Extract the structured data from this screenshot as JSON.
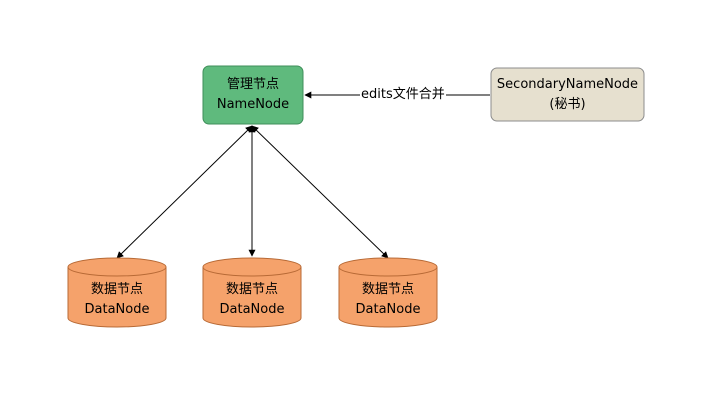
{
  "namenode": {
    "line1": "管理节点",
    "line2": "NameNode",
    "fill": "#5fba7d",
    "stroke": "#3f8f5a"
  },
  "secondary": {
    "line1": "SecondaryNameNode",
    "line2": "(秘书)",
    "fill": "#e6e0cf",
    "stroke": "#8c8c8c"
  },
  "edge_label": "edits文件合并",
  "datanodes": [
    {
      "line1": "数据节点",
      "line2": "DataNode"
    },
    {
      "line1": "数据节点",
      "line2": "DataNode"
    },
    {
      "line1": "数据节点",
      "line2": "DataNode"
    }
  ],
  "datanode_style": {
    "fill": "#f5a26b",
    "stroke": "#b86a36"
  }
}
